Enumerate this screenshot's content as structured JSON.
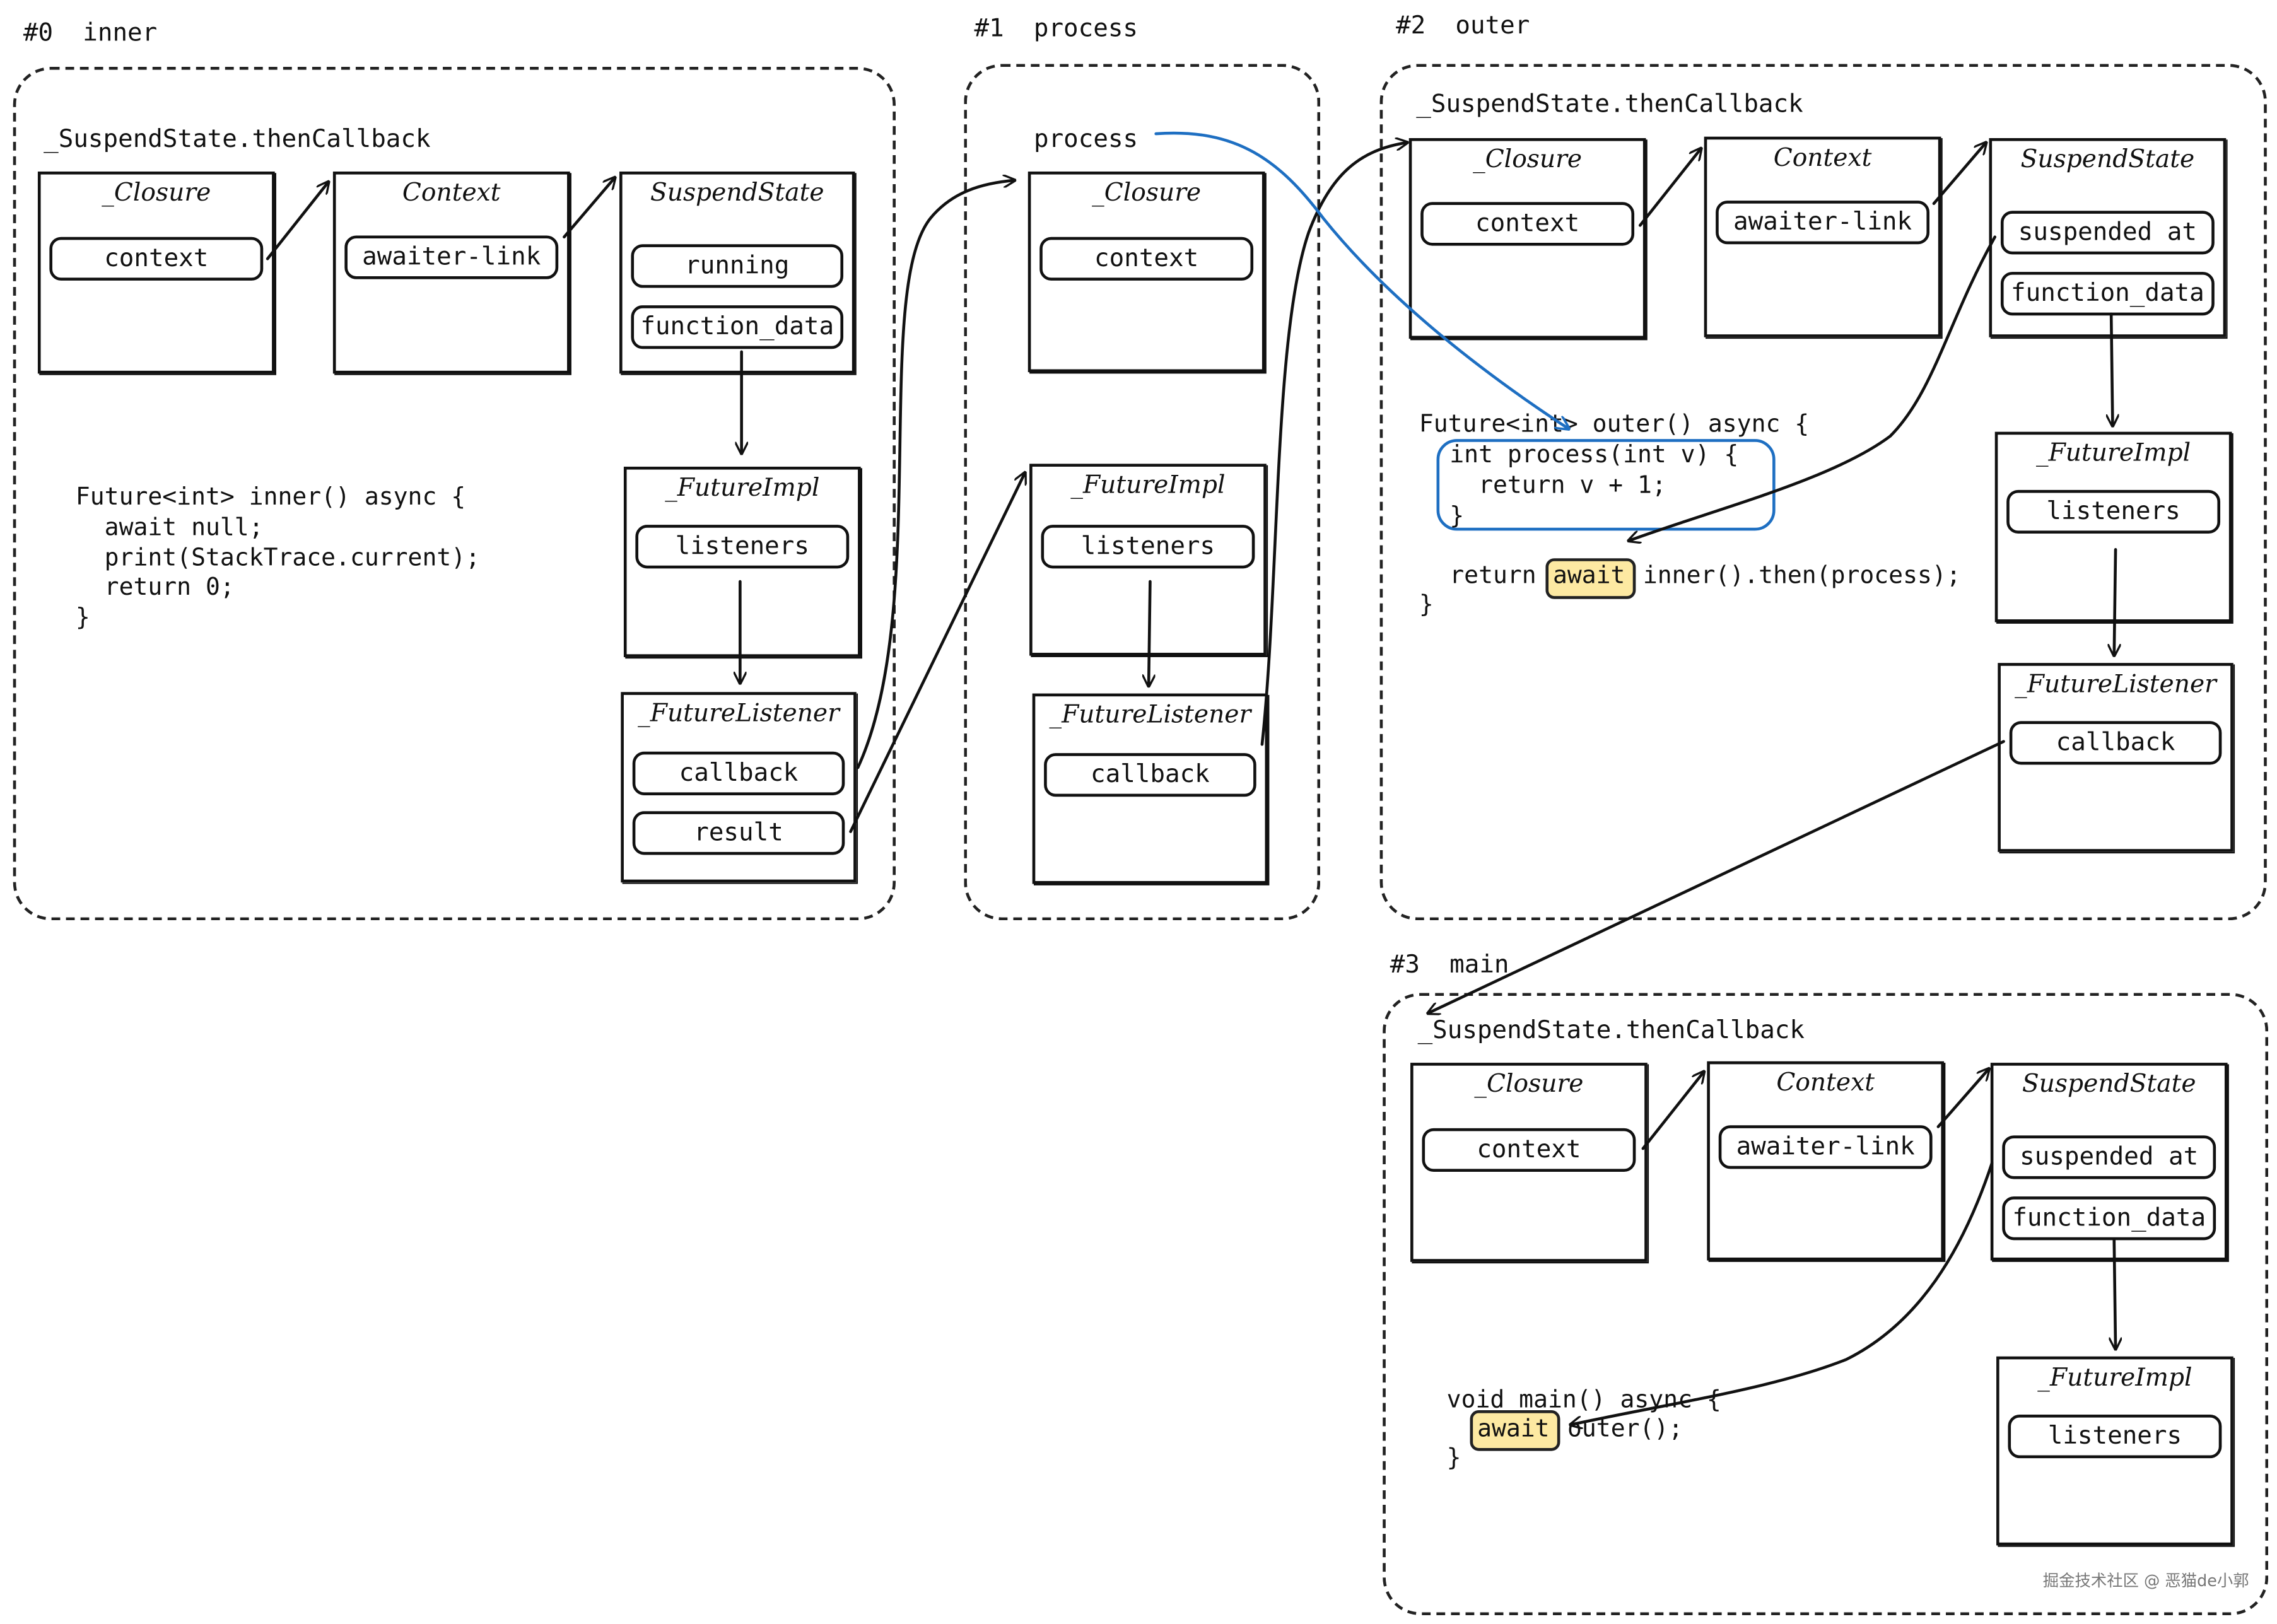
{
  "groups": {
    "inner": {
      "title": "#0  inner",
      "caption": "_SuspendState.thenCallback"
    },
    "process": {
      "title": "#1  process",
      "caption": "process"
    },
    "outer": {
      "title": "#2  outer",
      "caption": "_SuspendState.thenCallback"
    },
    "main": {
      "title": "#3  main",
      "caption": "_SuspendState.thenCallback"
    }
  },
  "inner": {
    "closure": {
      "title": "_Closure",
      "field": "context"
    },
    "context": {
      "title": "Context",
      "field": "awaiter-link"
    },
    "suspend": {
      "title": "SuspendState",
      "field1": "running",
      "field2": "function_data"
    },
    "future": {
      "title": "_FutureImpl",
      "field": "listeners"
    },
    "listener": {
      "title": "_FutureListener",
      "field1": "callback",
      "field2": "result"
    },
    "code": "Future<int> inner() async {\n  await null;\n  print(StackTrace.current);\n  return 0;\n}"
  },
  "process": {
    "closure": {
      "title": "_Closure",
      "field": "context"
    },
    "future": {
      "title": "_FutureImpl",
      "field": "listeners"
    },
    "listener": {
      "title": "_FutureListener",
      "field": "callback"
    }
  },
  "outer": {
    "closure": {
      "title": "_Closure",
      "field": "context"
    },
    "context": {
      "title": "Context",
      "field": "awaiter-link"
    },
    "suspend": {
      "title": "SuspendState",
      "field1": "suspended at",
      "field2": "function_data"
    },
    "future": {
      "title": "_FutureImpl",
      "field": "listeners"
    },
    "listener": {
      "title": "_FutureListener",
      "field": "callback"
    },
    "code_line1": "Future<int> outer() async {",
    "code_process": "int process(int v) {\n  return v + 1;\n}",
    "code_return_a": "return ",
    "code_await": "await",
    "code_return_b": "inner().then(process);",
    "code_end": "}"
  },
  "main": {
    "closure": {
      "title": "_Closure",
      "field": "context"
    },
    "context": {
      "title": "Context",
      "field": "awaiter-link"
    },
    "suspend": {
      "title": "SuspendState",
      "field1": "suspended at",
      "field2": "function_data"
    },
    "future": {
      "title": "_FutureImpl",
      "field": "listeners"
    },
    "code_line1": "void main() async {",
    "code_await": "await",
    "code_outer": "outer();",
    "code_end": "}"
  },
  "watermark": "掘金技术社区 @ 恶猫de小郭",
  "colors": {
    "ink": "#111111",
    "blue_arrow": "#1e6fc2",
    "highlight": "#fde9a2"
  }
}
